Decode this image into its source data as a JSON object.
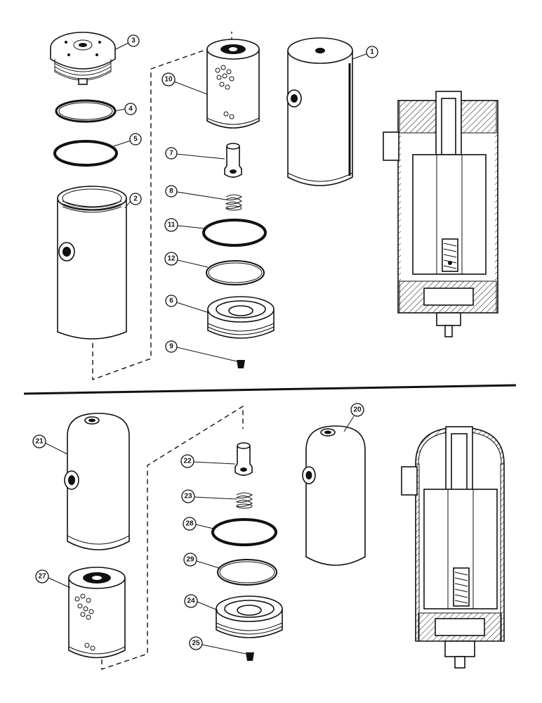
{
  "callouts": {
    "c1": "1",
    "c2": "2",
    "c3": "3",
    "c4": "4",
    "c5": "5",
    "c6": "6",
    "c7": "7",
    "c8": "8",
    "c9": "9",
    "c10": "10",
    "c11": "11",
    "c12": "12",
    "c20": "20",
    "c21": "21",
    "c22": "22",
    "c23": "23",
    "c24": "24",
    "c25": "25",
    "c27": "27",
    "c28": "28",
    "c29": "29"
  }
}
